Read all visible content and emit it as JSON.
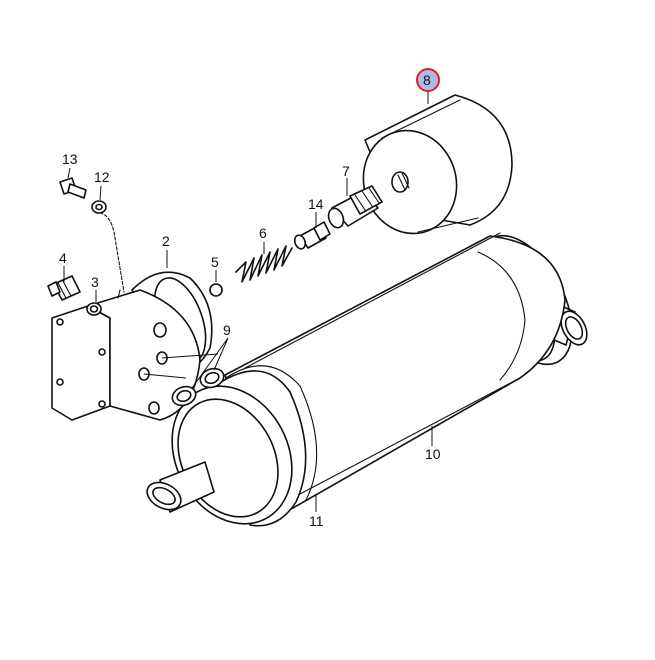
{
  "diagram": {
    "part_labels": {
      "p1": "13",
      "p2": "12",
      "p3": "7",
      "p4": "8",
      "p5": "14",
      "p6": "6",
      "p7": "2",
      "p8": "5",
      "p9": "4",
      "p10": "3",
      "p11": "9",
      "p12": "10",
      "p13": "11"
    },
    "highlighted_part": "8",
    "highlight_color": "#d9232e",
    "highlight_fill": "#aeb9e6"
  }
}
